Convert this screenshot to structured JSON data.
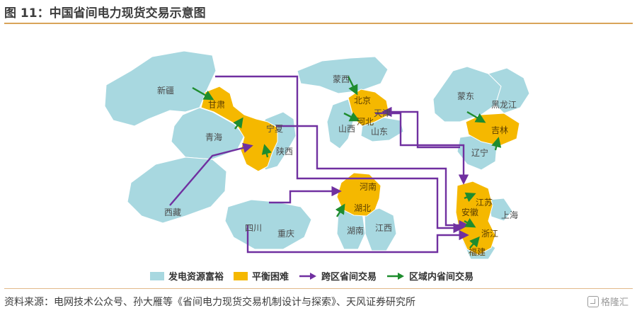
{
  "figure": {
    "title": "图 11：中国省间电力现货交易示意图"
  },
  "map_labels": {
    "xinjiang": "新疆",
    "gansu": "甘肃",
    "qinghai": "青海",
    "ningxia": "宁夏",
    "shaanxi": "陕西",
    "xizang": "西藏",
    "sichuan": "四川",
    "chongqing": "重庆",
    "mengxi": "蒙西",
    "beijing": "北京",
    "tianjin": "天津",
    "hebei": "河北",
    "shanxi": "山西",
    "shandong": "山东",
    "mengdong": "蒙东",
    "heilongjiang": "黑龙江",
    "jilin": "吉林",
    "liaoning": "辽宁",
    "henan": "河南",
    "hubei": "湖北",
    "hunan": "湖南",
    "jiangxi": "江西",
    "jiangsu": "江苏",
    "anhui": "安徽",
    "shanghai": "上海",
    "zhejiang": "浙江",
    "fujian": "福建"
  },
  "legend": {
    "rich": "发电资源富裕",
    "tight": "平衡困难",
    "cross_region": "跨区省间交易",
    "in_region": "区域内省间交易"
  },
  "colors": {
    "rich": "#a8d8e0",
    "tight": "#f5b800",
    "cross_region": "#7030a0",
    "in_region": "#1e8c2e",
    "accent_rule": "#d9a45a"
  },
  "source_note": "资料来源：电网技术公众号、孙大雁等《省间电力现货交易机制设计与探索》、天风证券研究所",
  "watermark": "格隆汇"
}
